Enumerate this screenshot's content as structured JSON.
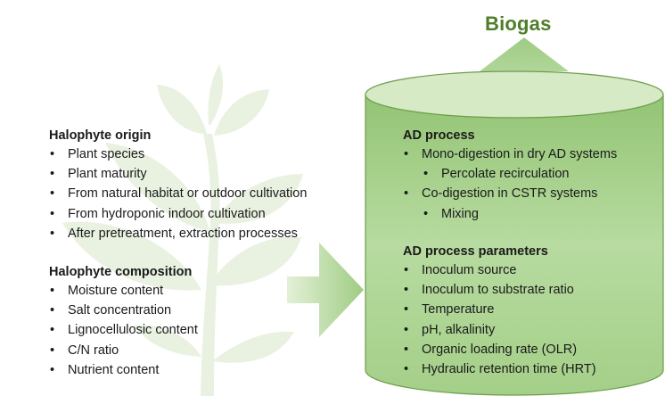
{
  "output_label": "Biogas",
  "halophyte_origin": {
    "heading": "Halophyte origin",
    "items": [
      "Plant species",
      "Plant maturity",
      "From natural habitat or outdoor cultivation",
      "From hydroponic indoor cultivation",
      "After pretreatment, extraction processes"
    ]
  },
  "halophyte_composition": {
    "heading": "Halophyte composition",
    "items": [
      "Moisture content",
      "Salt concentration",
      "Lignocellulosic content",
      "C/N ratio",
      "Nutrient content"
    ]
  },
  "ad_process": {
    "heading": "AD process",
    "items": [
      "Mono-digestion in dry AD systems",
      "Percolate recirculation",
      "Co-digestion in CSTR systems",
      "Mixing"
    ]
  },
  "ad_parameters": {
    "heading": "AD process parameters",
    "items": [
      "Inoculum source",
      "Inoculum to substrate ratio",
      "Temperature",
      "pH, alkalinity",
      "Organic loading rate (OLR)",
      "Hydraulic retention time (HRT)"
    ]
  },
  "colors": {
    "plant_watermark": "#e8f1df",
    "arrow": "#a6cf8a",
    "cylinder_top": "#d7ebc8",
    "cylinder_body_light": "#bfe0a8",
    "cylinder_body_dark": "#93c474",
    "cylinder_stroke": "#6d9b4a",
    "title": "#4f7d2a"
  }
}
